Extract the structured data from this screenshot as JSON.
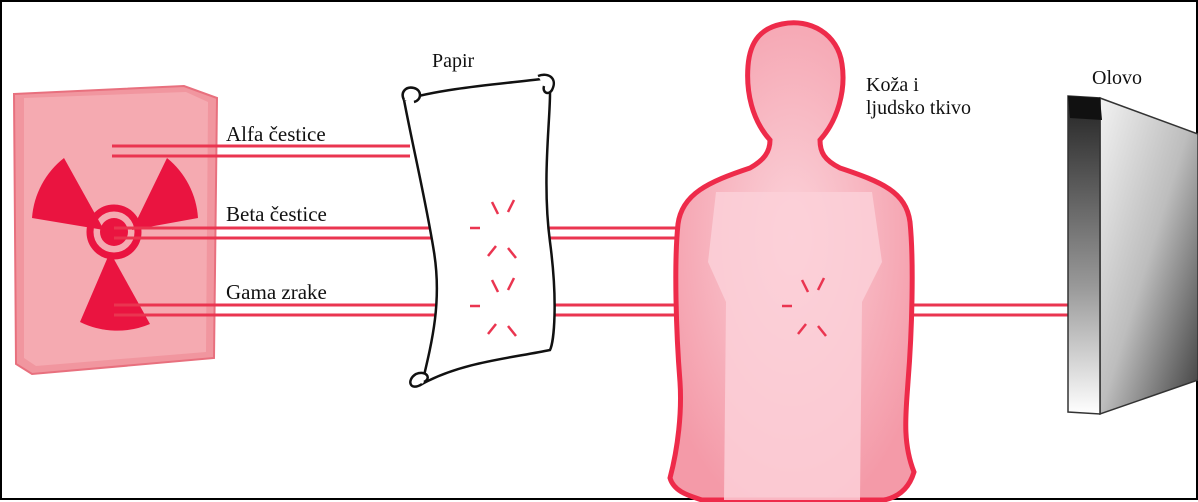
{
  "labels": {
    "paper": "Papir",
    "skin": "Koža i\nljudsko tkivo",
    "lead": "Olovo"
  },
  "rays": [
    {
      "label": "Alfa čestice"
    },
    {
      "label": "Beta čestice"
    },
    {
      "label": "Gama zrake"
    }
  ],
  "icons": {
    "source": "radiation-trefoil-icon",
    "paper": "paper-scroll-icon",
    "body": "human-silhouette-icon",
    "lead": "lead-block-icon"
  },
  "colors": {
    "ray": "#ea3550",
    "trefoil": "#ea1440",
    "source_fill": "#f4a3aa",
    "body_fill": "#f7b6bf",
    "body_outline": "#ee2b4a"
  }
}
